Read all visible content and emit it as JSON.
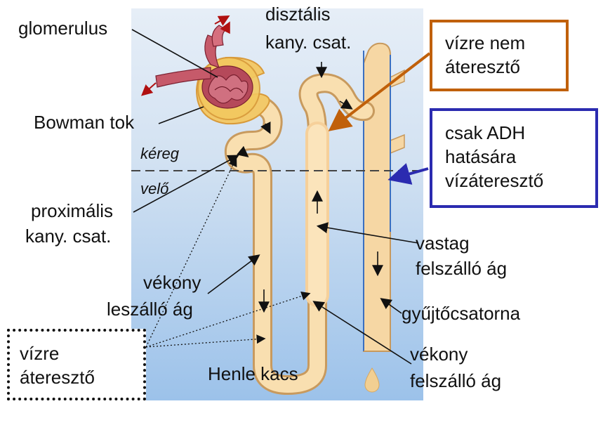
{
  "labels": {
    "glomerulus": "glomerulus",
    "bowman": "Bowman tok",
    "cortex": "kéreg",
    "medulla": "velő",
    "proximal": [
      "proximális",
      "kany. csat."
    ],
    "distal": [
      "disztális",
      "kany. csat."
    ],
    "thin_descending": [
      "vékony",
      "leszálló ág"
    ],
    "henle": "Henle kacs",
    "thick_ascending": [
      "vastag",
      "felszálló ág"
    ],
    "collecting": "gyűjtőcsatorna",
    "thin_ascending": [
      "vékony",
      "felszálló ág"
    ]
  },
  "boxes": {
    "not_permeable": {
      "lines": [
        "vízre nem",
        "áteresztő"
      ],
      "border_color": "#c0600a"
    },
    "adh": {
      "lines": [
        "csak ADH",
        "hatására",
        "vízáteresztő"
      ],
      "border_color": "#2b2bb0"
    },
    "permeable": {
      "lines": [
        "vízre",
        "áteresztő"
      ],
      "border_color": "#111111"
    }
  },
  "colors": {
    "tubule": "#f7d9a6",
    "tubule_edge": "#c89a5e",
    "cortex_bg": "#dce8f4",
    "medulla_bg": "#9fc3ea",
    "glomerulus": "#b24a5a"
  }
}
